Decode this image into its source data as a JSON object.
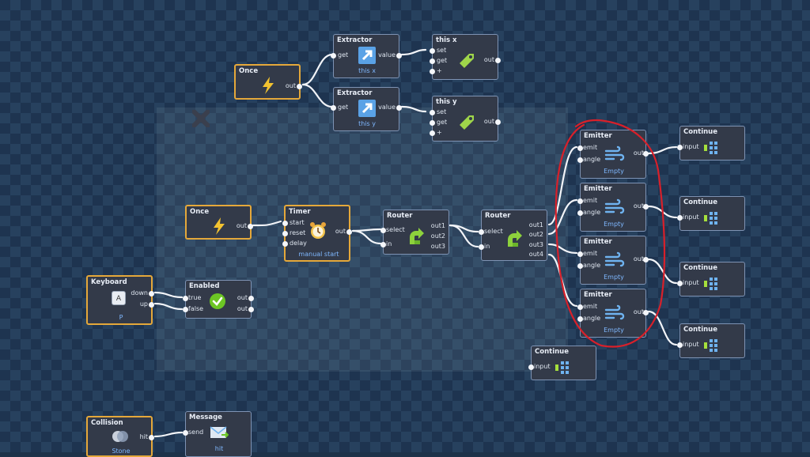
{
  "nodes": {
    "once1": {
      "title": "Once",
      "out": "out"
    },
    "once2": {
      "title": "Once",
      "out": "out"
    },
    "extractor1": {
      "title": "Extractor",
      "get": "get",
      "value": "value",
      "sub": "this x"
    },
    "extractor2": {
      "title": "Extractor",
      "get": "get",
      "value": "value",
      "sub": "this y"
    },
    "var_x": {
      "title": "this x",
      "set": "set",
      "get": "get",
      "plus": "+",
      "out": "out"
    },
    "var_y": {
      "title": "this y",
      "set": "set",
      "get": "get",
      "plus": "+",
      "out": "out"
    },
    "timer": {
      "title": "Timer",
      "start": "start",
      "reset": "reset",
      "delay": "delay",
      "out": "out",
      "sub": "manual start"
    },
    "router1": {
      "title": "Router",
      "select": "select",
      "in": "in",
      "out1": "out1",
      "out2": "out2",
      "out3": "out3"
    },
    "router2": {
      "title": "Router",
      "select": "select",
      "in": "in",
      "out1": "out1",
      "out2": "out2",
      "out3": "out3",
      "out4": "out4"
    },
    "emitters": [
      {
        "title": "Emitter",
        "emit": "emit",
        "angle": "angle",
        "out": "out",
        "sub": "Empty"
      },
      {
        "title": "Emitter",
        "emit": "emit",
        "angle": "angle",
        "out": "out",
        "sub": "Empty"
      },
      {
        "title": "Emitter",
        "emit": "emit",
        "angle": "angle",
        "out": "out",
        "sub": "Empty"
      },
      {
        "title": "Emitter",
        "emit": "emit",
        "angle": "angle",
        "out": "out",
        "sub": "Empty"
      }
    ],
    "continues": [
      {
        "title": "Continue",
        "input": "input"
      },
      {
        "title": "Continue",
        "input": "input"
      },
      {
        "title": "Continue",
        "input": "input"
      },
      {
        "title": "Continue",
        "input": "input"
      },
      {
        "title": "Continue",
        "input": "input"
      }
    ],
    "keyboard": {
      "title": "Keyboard",
      "key": "A",
      "down": "down",
      "up": "up",
      "sub": "P"
    },
    "enabled": {
      "title": "Enabled",
      "true": "true",
      "false": "false",
      "out1": "out",
      "out2": "out"
    },
    "collision": {
      "title": "Collision",
      "hit": "hit",
      "sub": "Stone"
    },
    "message": {
      "title": "Message",
      "send": "send",
      "sub": "hit"
    }
  },
  "colors": {
    "canvas_dark": "#1e3450",
    "canvas_light": "#27415e",
    "node_bg": "#333a49",
    "node_border": "#7e93b4",
    "event_border": "#e5a83a",
    "sub_text": "#7fb8ff",
    "annotation": "#d8202a"
  }
}
